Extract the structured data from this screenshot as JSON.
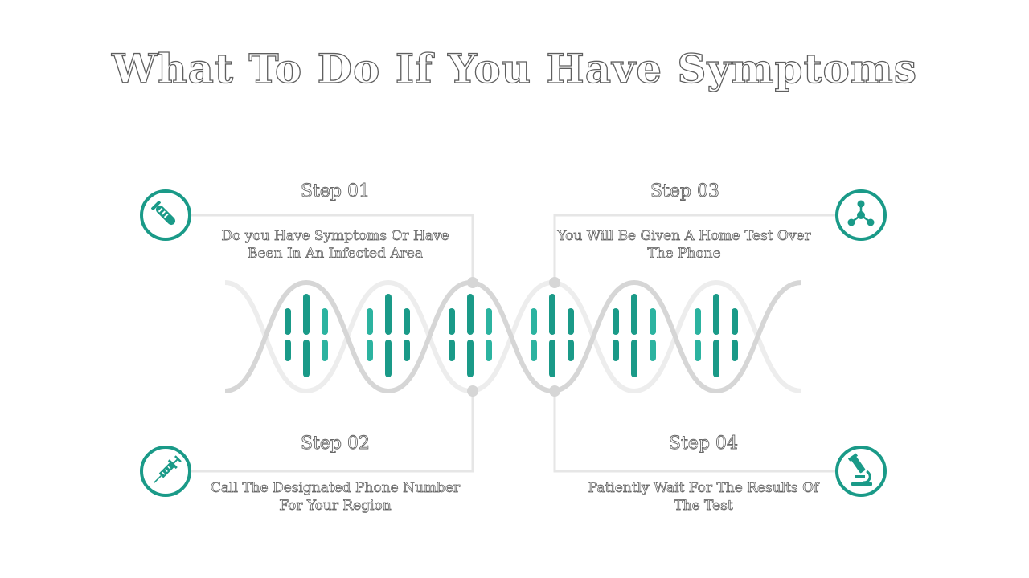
{
  "title": "What To Do If You Have Symptoms",
  "colors": {
    "accent": "#1a9a88",
    "accent_light": "#2cb3a0",
    "helix": "#d9d9d9",
    "connector": "#e6e6e6"
  },
  "steps": [
    {
      "label": "Step 01",
      "text": "Do you Have Symptoms Or Have Been In An Infected Area",
      "icon": "test-tube-icon"
    },
    {
      "label": "Step 02",
      "text": "Call The Designated Phone Number For Your Region",
      "icon": "syringe-icon"
    },
    {
      "label": "Step 03",
      "text": "You Will Be Given A Home Test Over The Phone",
      "icon": "molecule-icon"
    },
    {
      "label": "Step 04",
      "text": "Patiently Wait For The Results Of The Test",
      "icon": "microscope-icon"
    }
  ]
}
